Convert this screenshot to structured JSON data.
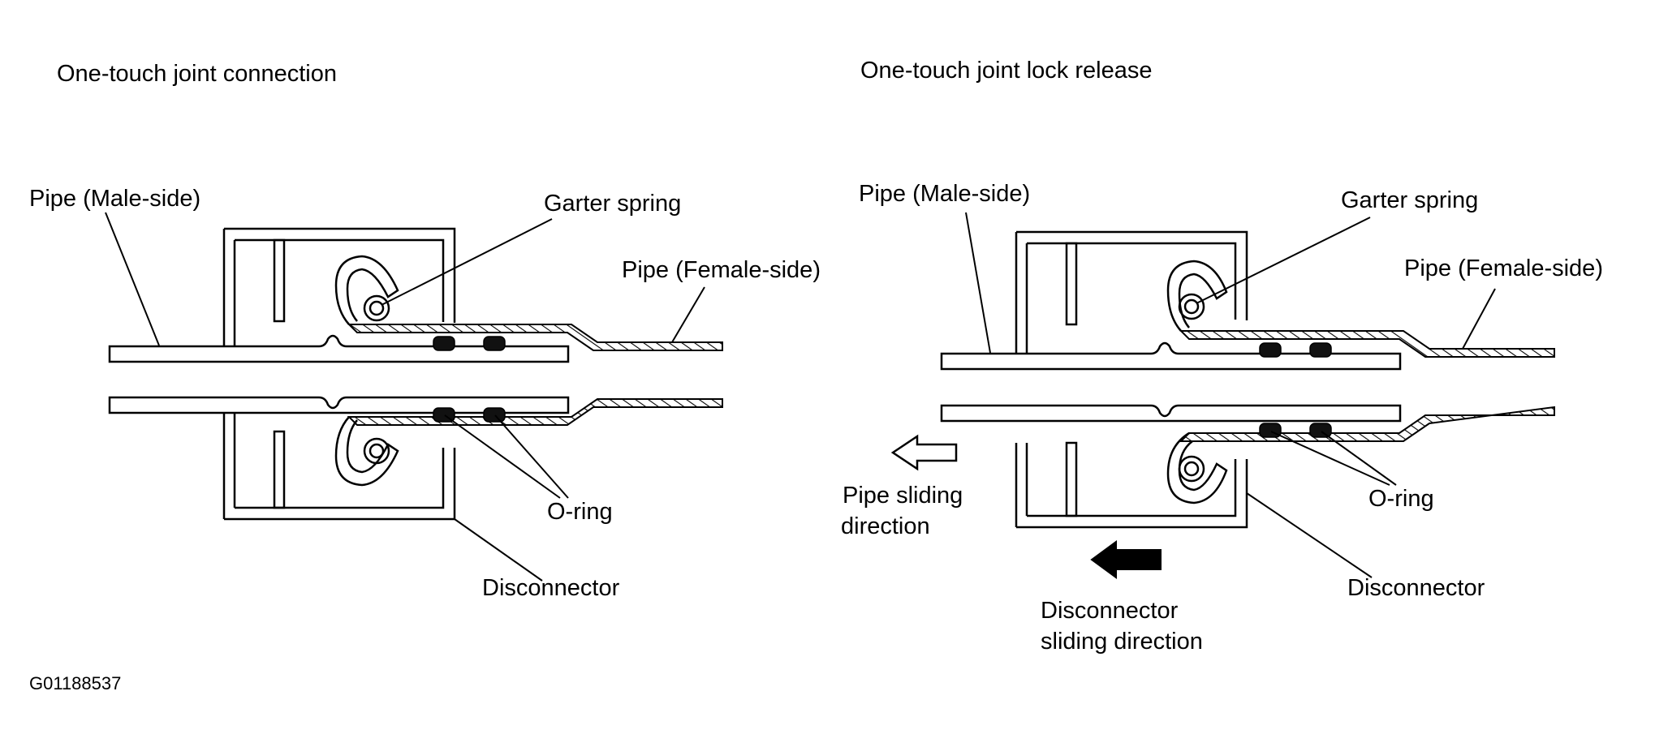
{
  "figure_code": "G01188537",
  "left_panel": {
    "title": "One-touch joint connection",
    "labels": {
      "pipe_male": "Pipe (Male-side)",
      "garter_spring": "Garter spring",
      "pipe_female": "Pipe (Female-side)",
      "o_ring": "O-ring",
      "disconnector": "Disconnector"
    }
  },
  "right_panel": {
    "title": "One-touch joint lock release",
    "labels": {
      "pipe_male": "Pipe (Male-side)",
      "garter_spring": "Garter spring",
      "pipe_female": "Pipe (Female-side)",
      "o_ring": "O-ring",
      "disconnector": "Disconnector",
      "pipe_sliding_line1": "Pipe sliding",
      "pipe_sliding_line2": "direction",
      "disconnector_sliding_line1": "Disconnector",
      "disconnector_sliding_line2": "sliding direction"
    }
  }
}
